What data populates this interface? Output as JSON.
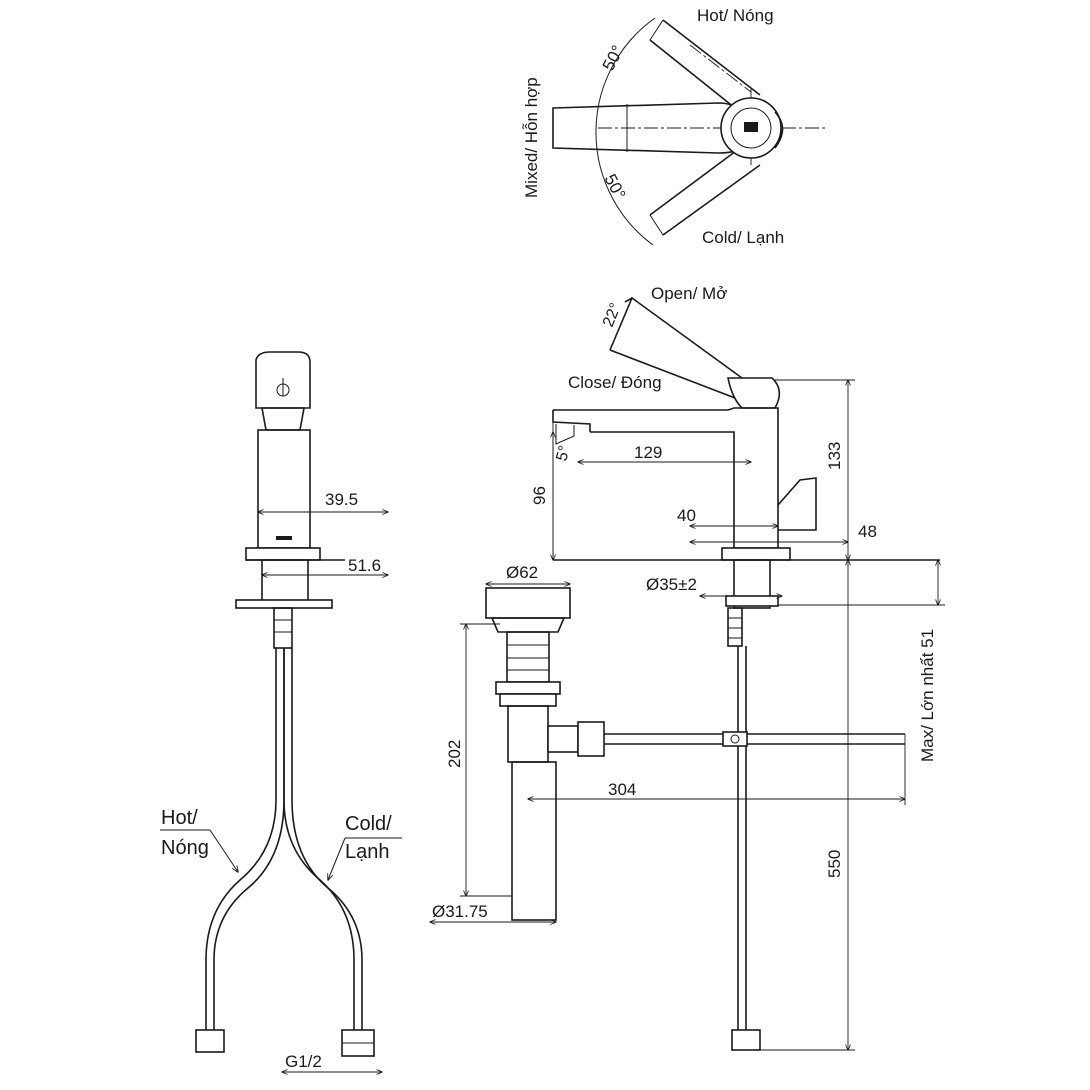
{
  "top_view": {
    "hot": "Hot/ Nóng",
    "cold": "Cold/ Lạnh",
    "mixed": "Mixed/ Hỗn hợp",
    "angle_hot": "50°",
    "angle_cold": "50°"
  },
  "side_view": {
    "open": "Open/ Mở",
    "close": "Close/ Đóng",
    "angle_open": "22°",
    "angle_spout": "5°",
    "dim_129": "129",
    "dim_96": "96",
    "dim_133": "133",
    "dim_40": "40",
    "dim_48": "48",
    "dim_35": "Ø35±2",
    "dim_max51": "Max/ Lớn nhất 51",
    "dim_550": "550",
    "dim_304": "304"
  },
  "drain": {
    "dim_62": "Ø62",
    "dim_202": "202",
    "dim_3175": "Ø31.75"
  },
  "front_view": {
    "dim_395": "39.5",
    "dim_516": "51.6",
    "hot_line1": "Hot/",
    "hot_line2": "Nóng",
    "cold_line1": "Cold/",
    "cold_line2": "Lạnh",
    "thread": "G1/2"
  }
}
